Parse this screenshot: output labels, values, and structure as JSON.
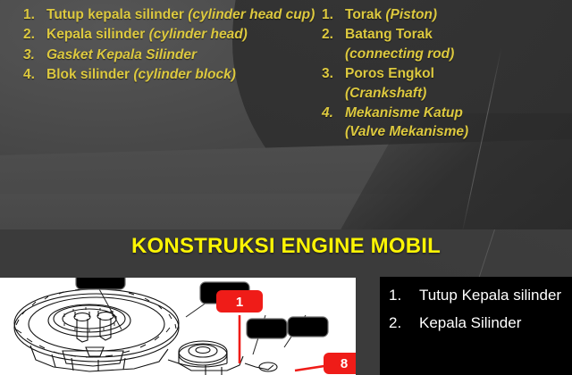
{
  "slide_top": {
    "left_list": [
      {
        "num": "1.",
        "text": "Tutup kepala silinder",
        "text_italic": "(cylinder head cup)",
        "italic_item": false
      },
      {
        "num": "2.",
        "text": "Kepala silinder",
        "text_italic": "(cylinder head)",
        "italic_item": false
      },
      {
        "num": "3.",
        "text": "Gasket Kepala Silinder",
        "text_italic": "",
        "italic_item": true
      },
      {
        "num": "4.",
        "text": "Blok silinder",
        "text_italic": "(cylinder block)",
        "italic_item": false
      }
    ],
    "right_list": [
      {
        "num": "1.",
        "text": "Torak",
        "text_italic": "(Piston)",
        "italic_item": false
      },
      {
        "num": "2.",
        "text": "Batang Torak",
        "text_italic": "(connecting rod)",
        "italic_item": false
      },
      {
        "num": "3.",
        "text": "Poros Engkol",
        "text_italic": "(Crankshaft)",
        "italic_item": false
      },
      {
        "num": "4.",
        "text": "Mekanisme Katup",
        "text_italic": "(Valve Mekanisme)",
        "italic_item": true
      }
    ]
  },
  "slide_bottom": {
    "title": "KONSTRUKSI ENGINE MOBIL",
    "callouts": [
      {
        "label": "",
        "value": "1",
        "style": "red"
      },
      {
        "label": "",
        "value": "8",
        "style": "red"
      }
    ],
    "list": [
      {
        "num": "1.",
        "text": "Tutup Kepala silinder"
      },
      {
        "num": "2.",
        "text": "Kepala Silinder"
      }
    ]
  },
  "colors": {
    "gold_text": "#ddc93f",
    "title_yellow": "#fcf404",
    "badge_red": "#ef1c18",
    "panel_black": "#000000",
    "slide_bg": "#3b3b3b",
    "diagram_bg": "#ffffff"
  }
}
